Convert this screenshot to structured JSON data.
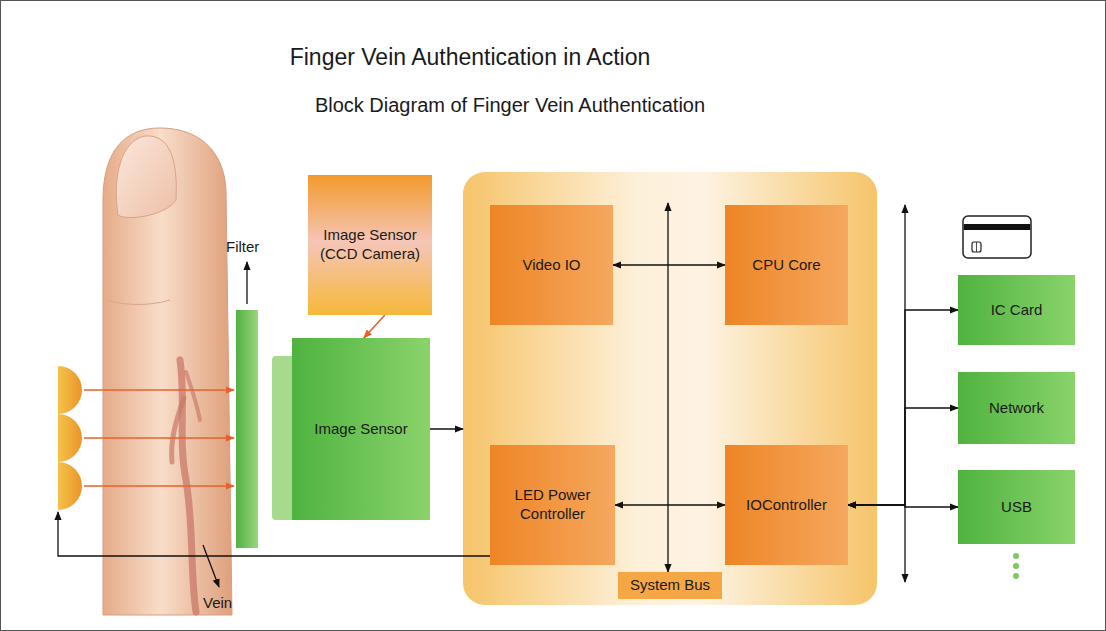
{
  "diagram": {
    "title": "Finger Vein Authentication in Action",
    "nodes": [
      {
        "text": [
          "Image Sensor (CCD Camera)"
        ]
      },
      {
        "text": [
          "Image Sensor"
        ]
      },
      {
        "text": [
          "System Bus"
        ]
      },
      {
        "text": [
          "Video IO"
        ],
        "in": 2
      },
      {
        "text": [
          "CPU Core"
        ],
        "in": 2
      },
      {
        "text": [
          "LED Power Controller"
        ],
        "in": 2
      },
      {
        "text": [
          "IOController"
        ],
        "in": 2
      },
      {
        "text": [
          "IC Card"
        ]
      },
      {
        "text": [
          "Network"
        ]
      },
      {
        "text": [
          "USB"
        ]
      }
    ],
    "edges": [
      {
        "from": 0,
        "to": 1,
        "arrow": "to"
      },
      {
        "from": 1,
        "to": 2,
        "arrow": "to"
      },
      {
        "from": 3,
        "to": 4,
        "arrow": "both"
      },
      {
        "from": 5,
        "to": 6,
        "arrow": "both"
      },
      {
        "from": 6,
        "to": 7,
        "arrow": "both"
      },
      {
        "from": 6,
        "to": 8,
        "arrow": "both"
      },
      {
        "from": 6,
        "to": 9,
        "arrow": "both"
      }
    ],
    "labels": [
      "Block Diagram of Finger Vein Authentication",
      "Filter",
      "Vein"
    ]
  }
}
